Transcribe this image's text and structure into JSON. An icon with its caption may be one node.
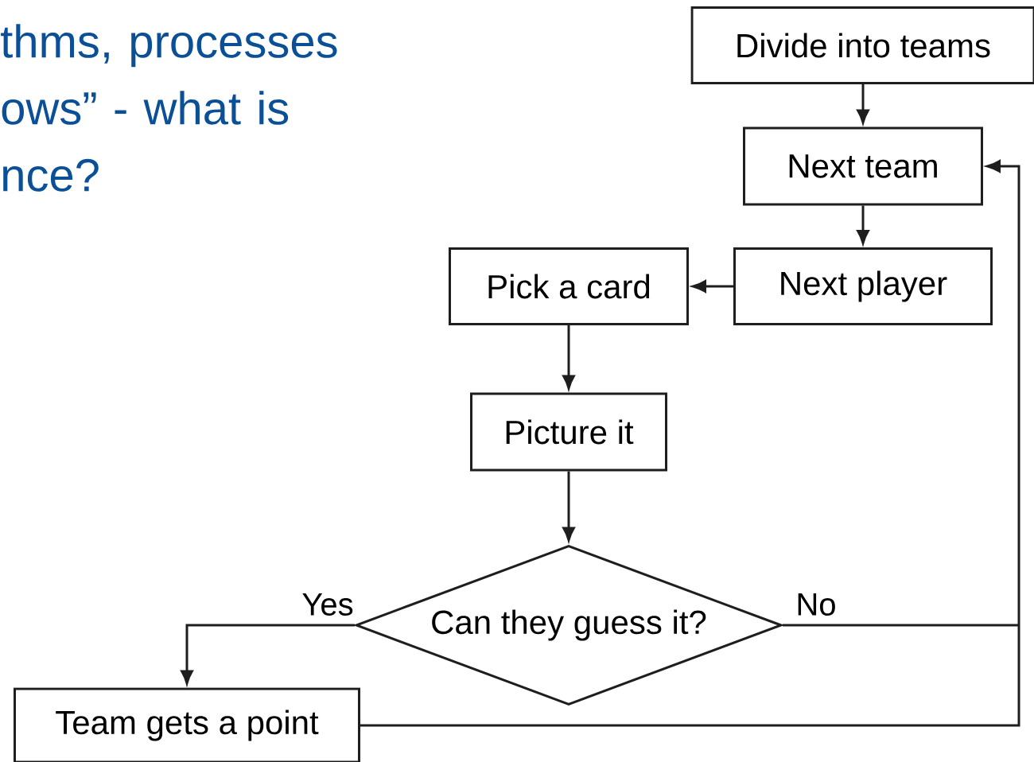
{
  "diagram": {
    "title": "thms, processes ows” - what is nce?",
    "nodes": [
      {
        "text": [
          "Divide into teams"
        ]
      },
      {
        "text": [
          "Next team"
        ]
      },
      {
        "text": [
          "Next player"
        ]
      },
      {
        "text": [
          "Pick a card"
        ]
      },
      {
        "text": [
          "Picture it"
        ]
      },
      {
        "text": [
          "Can they guess it?"
        ]
      },
      {
        "text": [
          "Team gets a point"
        ]
      }
    ],
    "edges": [
      {
        "from": 0,
        "to": 1,
        "arrow": "to"
      },
      {
        "from": 1,
        "to": 2,
        "arrow": "to"
      },
      {
        "from": 2,
        "to": 3,
        "arrow": "to"
      },
      {
        "from": 3,
        "to": 4,
        "arrow": "to"
      },
      {
        "from": 4,
        "to": 5,
        "arrow": "to"
      },
      {
        "from": 5,
        "to": 6,
        "arrow": "to",
        "label": "Yes"
      },
      {
        "from": 5,
        "to": 1,
        "arrow": "to",
        "label": "No"
      },
      {
        "from": 6,
        "to": 1,
        "arrow": "to"
      }
    ]
  }
}
